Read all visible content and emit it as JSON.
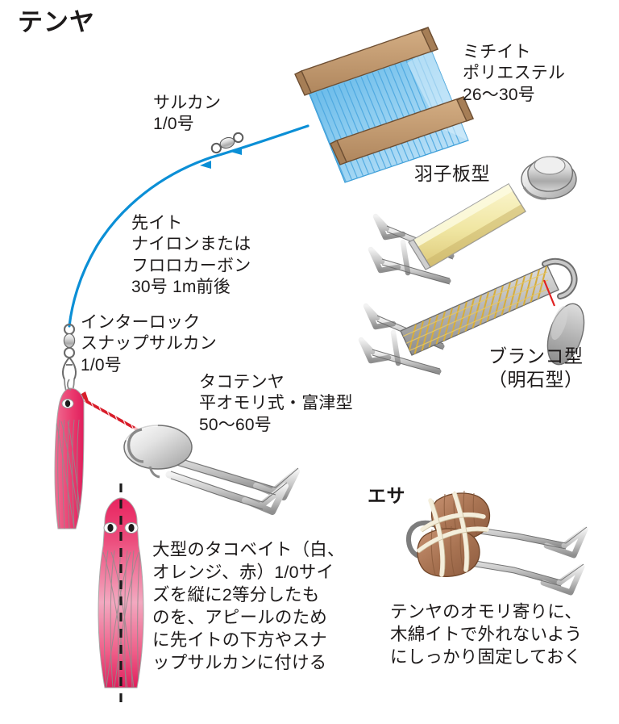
{
  "title": "テンヤ",
  "labels": {
    "swivel": "サルカン\n1/0号",
    "mainline": "ミチイト\nポリエステル\n26〜30号",
    "leader": "先イト\nナイロンまたは\nフロロカーボン\n30号 1m前後",
    "interlock_snap": "インターロック\nスナップサルカン\n1/0号",
    "tako_tenya": "タコテンヤ\n平オモリ式・富津型\n50〜60号",
    "hagoita_type": "羽子板型",
    "buranko_type": "ブランコ型\n（明石型）",
    "esa_heading": "エサ"
  },
  "notes": {
    "tako_bait": "大型のタコベイト（白、\nオレンジ、赤）1/0サイ\nズを縦に2等分したも\nのを、アピールのため\nに先イトの下方やスナ\nップサルカンに付ける",
    "esa_note": "テンヤのオモリ寄りに、\n木綿イトで外れないよう\nにしっかり固定しておく"
  },
  "colors": {
    "line_blue": "#0b8fd6",
    "spool_wood": "#c39c71",
    "spool_line_light": "#bfe3f7",
    "spool_line_mid": "#5bb4e8",
    "metal_light": "#e8e8e8",
    "metal_mid": "#b9b9b9",
    "metal_dark": "#7d7d7d",
    "hagoita_body": "#f2e9a8",
    "thread_gold": "#d9b441",
    "thread_red": "#e02020",
    "squid_pink": "#e8396f",
    "squid_pale": "#f0a8c0",
    "bait_brown": "#b07a5a",
    "bait_thread": "#f2ebd6",
    "text": "#1d1a1a"
  }
}
